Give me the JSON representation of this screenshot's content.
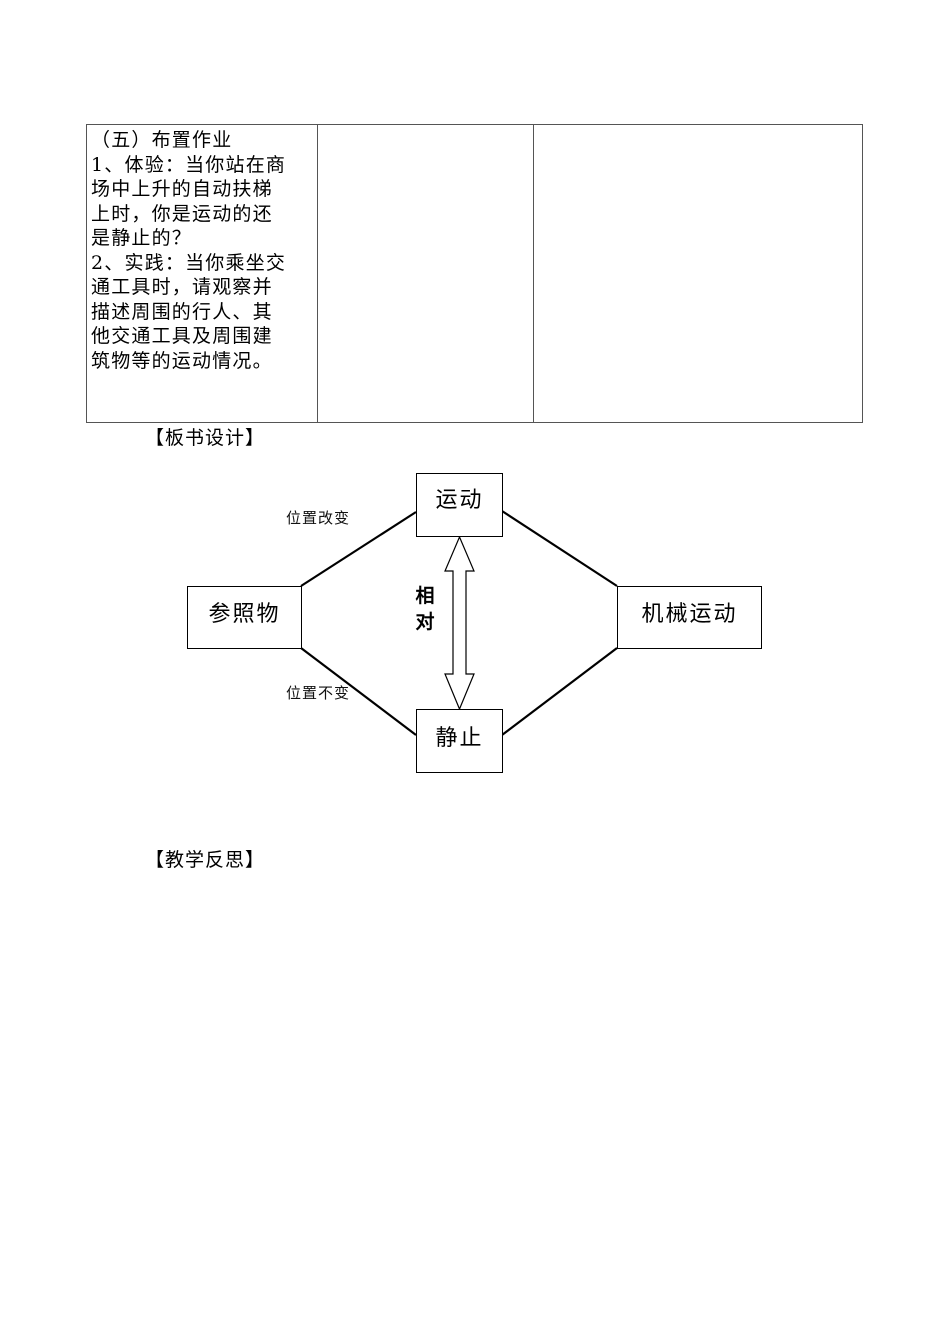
{
  "table": {
    "rows": [
      {
        "cells": [
          {
            "lines": [
              "（五）布置作业",
              "1、体验：当你站在商",
              "场中上升的自动扶梯",
              "上时，你是运动的还",
              "是静止的？",
              "2、实践：当你乘坐交",
              "通工具时，请观察并",
              "描述周围的行人、其",
              "他交通工具及周围建",
              "筑物等的运动情况。"
            ]
          },
          {
            "lines": []
          },
          {
            "lines": []
          }
        ]
      }
    ]
  },
  "sections": {
    "board_design": "【板书设计】",
    "teaching_reflection": "【教学反思】"
  },
  "diagram": {
    "nodes": {
      "motion": "运动",
      "reference": "参照物",
      "mechanical_motion": "机械运动",
      "rest": "静止"
    },
    "edge_labels": {
      "position_changed": "位置改变",
      "position_unchanged": "位置不变"
    },
    "relative_label": [
      "相",
      "对"
    ],
    "colors": {
      "line": "#000000",
      "box_border": "#000000",
      "background": "#ffffff"
    }
  }
}
